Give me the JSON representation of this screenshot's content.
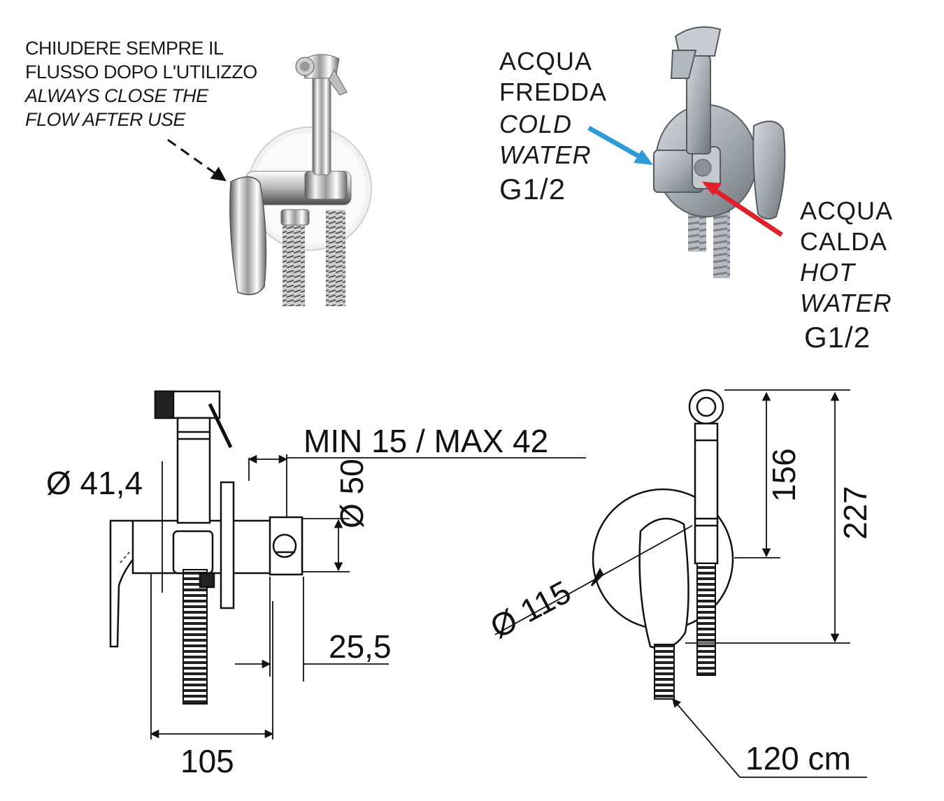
{
  "notes": {
    "close_it_line1": "CHIUDERE SEMPRE IL",
    "close_it_line2": "FLUSSO DOPO L'UTILIZZO",
    "close_en_line1": "ALWAYS CLOSE THE",
    "close_en_line2": "FLOW AFTER  USE"
  },
  "inlets": {
    "cold_it_1": "ACQUA",
    "cold_it_2": "FREDDA",
    "cold_en_1": "COLD",
    "cold_en_2": "WATER",
    "cold_thread": "G1/2",
    "hot_it_1": "ACQUA",
    "hot_it_2": "CALDA",
    "hot_en_1": "HOT",
    "hot_en_2": "WATER",
    "hot_thread": "G1/2"
  },
  "dimensions": {
    "wall_range": "MIN 15 / MAX 42",
    "diam_small": "Ø 41,4",
    "diam_body": "Ø 50",
    "depth_cap": "25,5",
    "depth_total": "105",
    "diam_plate": "Ø 115",
    "height_shower": "156",
    "height_total": "227",
    "hose_length": "120 cm"
  },
  "colors": {
    "cold_arrow": "#2f9bd6",
    "hot_arrow": "#e0202a",
    "line": "#111111"
  }
}
